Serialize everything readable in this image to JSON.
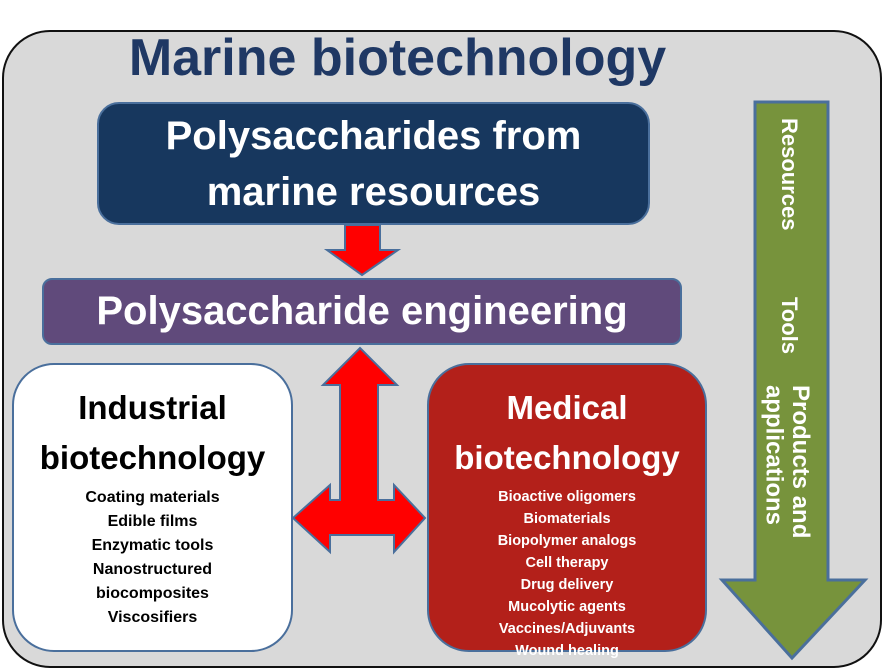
{
  "title": "Marine biotechnology",
  "source_box": {
    "line1": "Polysaccharides from",
    "line2": "marine resources"
  },
  "engineering_box": "Polysaccharide engineering",
  "industrial": {
    "heading1": "Industrial",
    "heading2": "biotechnology",
    "items": [
      "Coating materials",
      "Edible films",
      "Enzymatic tools",
      "Nanostructured",
      "biocomposites",
      "Viscosifiers"
    ]
  },
  "medical": {
    "heading1": "Medical",
    "heading2": "biotechnology",
    "items": [
      "Bioactive oligomers",
      "Biomaterials",
      "Biopolymer analogs",
      "Cell therapy",
      "Drug delivery",
      "Mucolytic agents",
      "Vaccines/Adjuvants",
      "Wound healing"
    ]
  },
  "flow_arrow": {
    "stage1": "Resources",
    "stage2": "Tools",
    "stage3_line1": "Products and",
    "stage3_line2": "applications"
  },
  "colors": {
    "background": "#d9d9d9",
    "title": "#1f3864",
    "source": "#17375e",
    "engineering": "#604a7b",
    "medical": "#b3201a",
    "arrow_red": "#ff0000",
    "arrow_green": "#77933c"
  }
}
